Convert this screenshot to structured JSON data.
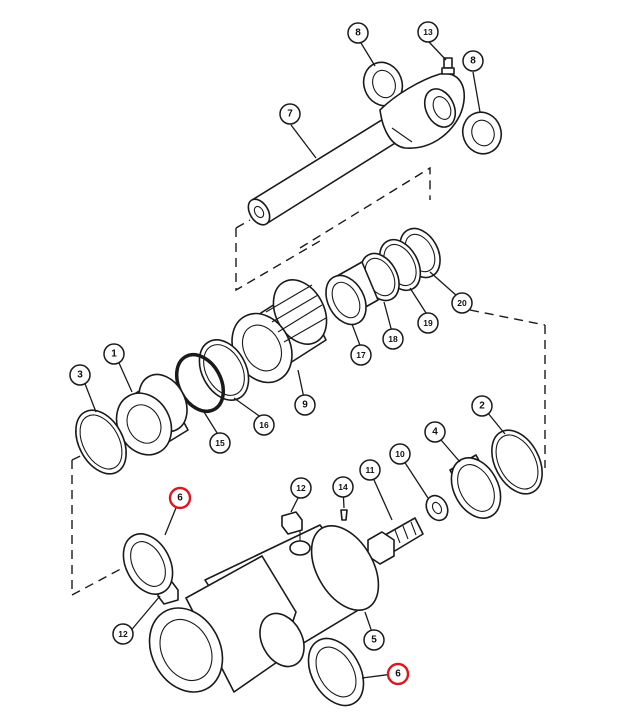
{
  "callouts": {
    "c1": "1",
    "c2": "2",
    "c3": "3",
    "c4": "4",
    "c5": "5",
    "c6a": "6",
    "c6b": "6",
    "c7": "7",
    "c8a": "8",
    "c8b": "8",
    "c9": "9",
    "c10": "10",
    "c11": "11",
    "c12a": "12",
    "c12b": "12",
    "c13": "13",
    "c14": "14",
    "c15": "15",
    "c16": "16",
    "c17": "17",
    "c18": "18",
    "c19": "19",
    "c20": "20"
  },
  "highlight_color": "#e0141e"
}
